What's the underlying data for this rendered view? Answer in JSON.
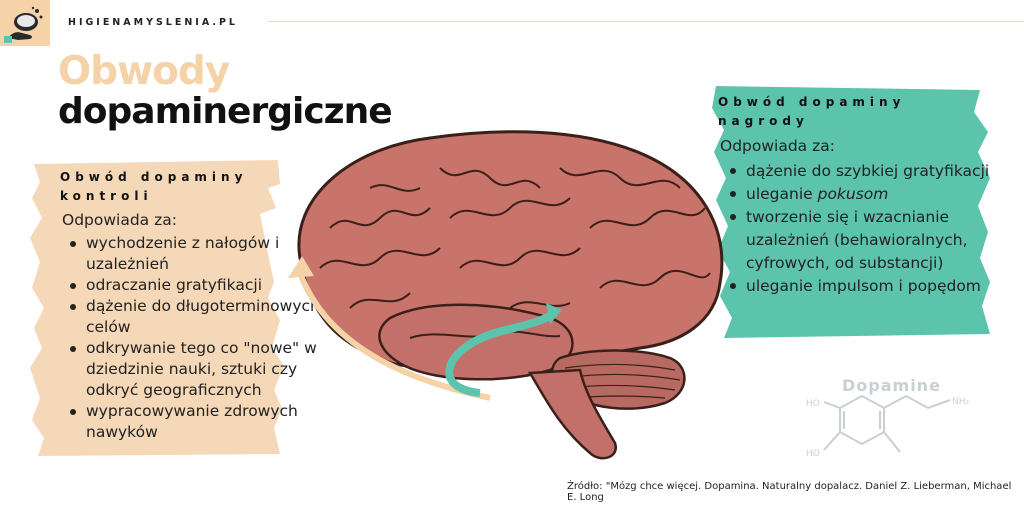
{
  "header": {
    "site": "HIGIENAMYSLENIA.PL",
    "brand_color": "#f5d2a8"
  },
  "title": {
    "line1": "Obwody",
    "line2": "dopaminergiczne",
    "line1_color": "#f5d2a8",
    "line2_color": "#111111"
  },
  "left_panel": {
    "title": "Obwód dopaminy kontroli",
    "intro": "Odpowiada za:",
    "items": [
      "wychodzenie z nałogów i uzależnień",
      "odraczanie gratyfikacji",
      "dążenie do długoterminowych celów",
      "odkrywanie tego co \"nowe\" w dziedzinie nauki, sztuki czy odkryć geograficznych",
      "wypracowywanie zdrowych nawyków"
    ],
    "color": "#f5d8b8"
  },
  "right_panel": {
    "title": "Obwód dopaminy nagrody",
    "intro": "Odpowiada za:",
    "items": [
      "dążenie do szybkiej gratyfikacji",
      "uleganie",
      "tworzenie się i wzacnianie uzależnień (behawioralnych, cyfrowych, od substancji)",
      "uleganie impulsom i popędom"
    ],
    "item2_italic": "pokusom",
    "color": "#5cc3ad"
  },
  "molecule": {
    "label": "Dopamine",
    "ho1": "HO",
    "ho2": "HO",
    "nh2": "NH₂"
  },
  "source": "Źródło: \"Mózg chce więcej. Dopamina. Naturalny dopalacz. Daniel Z. Lieberman, Michael E. Long"
}
